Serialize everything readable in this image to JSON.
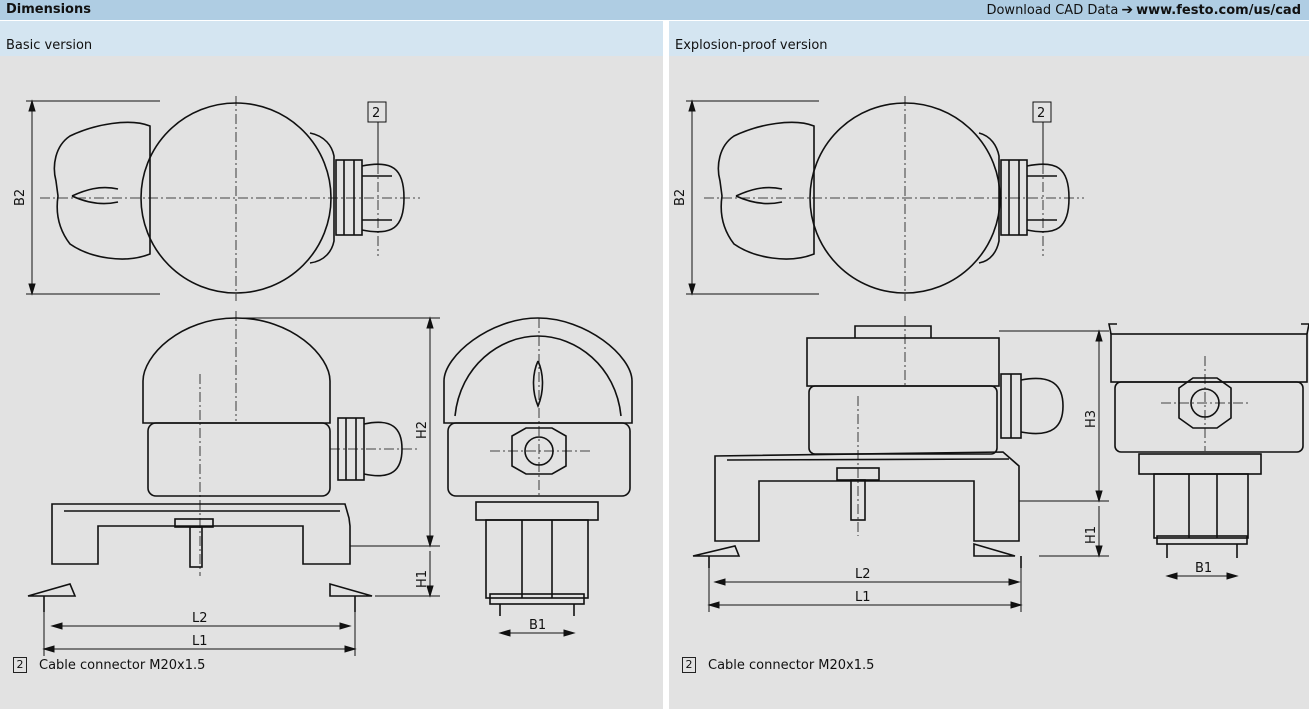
{
  "header": {
    "title": "Dimensions",
    "download_text": "Download CAD Data",
    "download_url": "www.festo.com/us/cad"
  },
  "panels": [
    {
      "title": "Basic version",
      "labels": {
        "b2": "B2",
        "h1": "H1",
        "h2": "H2",
        "l1": "L1",
        "l2": "L2",
        "b1": "B1",
        "callout": "2"
      },
      "legend": {
        "number": "2",
        "text": "Cable connector M20x1.5"
      }
    },
    {
      "title": "Explosion-proof version",
      "labels": {
        "b2": "B2",
        "h1": "H1",
        "h3": "H3",
        "l1": "L1",
        "l2": "L2",
        "b1": "B1",
        "callout": "2"
      },
      "legend": {
        "number": "2",
        "text": "Cable connector M20x1.5"
      }
    }
  ]
}
